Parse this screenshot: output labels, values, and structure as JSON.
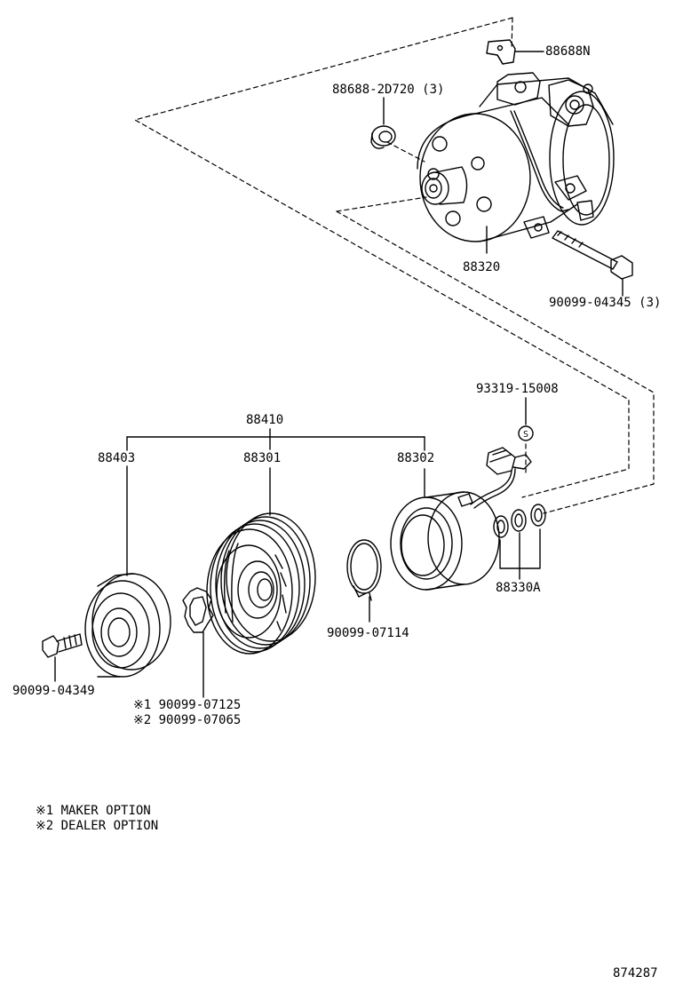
{
  "parts": {
    "bracket": "88688N",
    "seal_ring": "88688-2D720 (3)",
    "compressor": "88320",
    "bolt_rear": "90099-04345 (3)",
    "plug": "93319-15008",
    "clutch_assy": "88410",
    "hub": "88403",
    "pulley": "88301",
    "coil": "88302",
    "snap_ring": "90099-07114",
    "o_rings": "88330A",
    "hub_bolt": "90099-04349",
    "shim_1": "※1 90099-07125",
    "shim_2": "※2 90099-07065"
  },
  "plug_symbol": "S",
  "notes": {
    "note1": "※1 MAKER OPTION",
    "note2": "※2 DEALER OPTION"
  },
  "diagram_id": "874287"
}
